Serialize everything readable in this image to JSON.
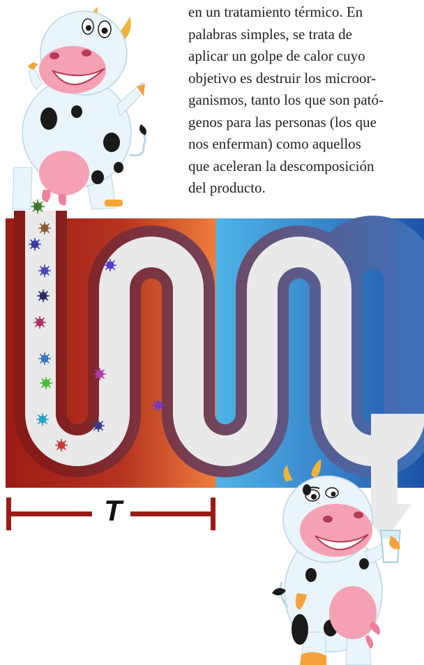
{
  "text": {
    "lines": [
      "en un tratamiento térmico. En",
      "palabras simples, se trata de",
      "aplicar un golpe de calor cuyo",
      "objetivo es destruir los microor-",
      "ganismos, tanto los que son pató-",
      "genos para las personas (los que",
      "nos enferman) como aquellos",
      "que aceleran la descomposición",
      "del producto."
    ]
  },
  "diagram": {
    "time_label": "T"
  },
  "colors": {
    "hot": "#a01e16",
    "warm": "#ec7a3a",
    "cold": "#1f56a8",
    "cool": "#47a7dd",
    "tube_track": "#e9e9ea",
    "time_bar": "#9a1c17"
  }
}
